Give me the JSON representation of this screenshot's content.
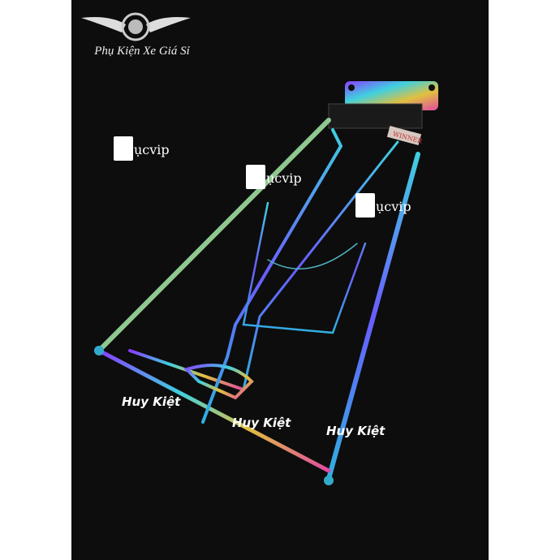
{
  "brand": {
    "text": "Phụ Kiện Xe Giá Sỉ"
  },
  "watermarks": {
    "shop_logo": "ụcvip",
    "seller": "Huy Kiệt"
  },
  "product": {
    "label": "WINNER"
  },
  "colors": {
    "background": "#0d0d0d",
    "rainbow": [
      "#8a3cff",
      "#3fd0e0",
      "#e0c040",
      "#e04aa0"
    ]
  }
}
